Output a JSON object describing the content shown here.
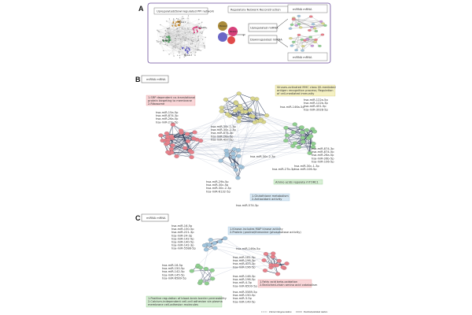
{
  "panels": {
    "A": {
      "letter": "A",
      "ppi_title": "Upregulated/Downregulated PPI network",
      "module_labels": [
        "Module 1",
        "Module 2",
        "Module 3",
        "Module 4"
      ],
      "reg_title": "Regulatory Network Reconstruction",
      "up_mirna": "Upregulated miRNA",
      "down_mirna": "Downregulated miRNA",
      "top_right": "miRNA  mRNA",
      "bottom_right": "miRNA  mRNA"
    },
    "B": {
      "letter": "B",
      "header": "miRNA   mRNA",
      "box_red": "1.SRP dependent co-translational\nprotein targeting to membrane\n2.Ribosome",
      "box_yellow": "Viruses-activated MHC class I/II-mediated\nantigen recognition process; Regulation\nof cell-mediated immunity",
      "box_blue": "1.Glutathione metabolism\n2.Antioxidant activity",
      "box_green": "Amino acids regulate mTORC1",
      "mirna_left": [
        "hsa-miR-15a-5p",
        "hsa-miR-874-3p",
        "hsa-miR-26a-5p",
        "hsa-miR-27a-5p"
      ],
      "mirna_center": [
        "hsa-miR-30c-1-3p",
        "hsa-miR-30c-2-3p",
        "hsa-miR-874-3p",
        "hsa-miR-26a-5p",
        "hsa-miR-497-5p"
      ],
      "mirna_yellow": [
        "hsa-miR-146a-5p"
      ],
      "mirna_right": [
        "hsa-miR-122a-5p",
        "hsa-miR-122b-3p",
        "hsa-miR-451-5p",
        "hsa-miR-3928-5p"
      ],
      "mirna_right_mid": [
        "hsa-miR-874-3p",
        "hsa-miR-874-5p",
        "hsa-miR-26a-5p",
        "hsa-miR-26b-5p",
        "hsa-miR-106-5p"
      ],
      "mirna_right_low": [
        "hsa-miR-30c-1-3p",
        "hsa-miR-106-5p"
      ],
      "mirna_lower": [
        "hsa-miR-29b-5p",
        "hsa-miR-30c-5p",
        "hsa-miR-30c-2-3p",
        "hsa-miR-6132-5p"
      ],
      "mirna_mid": [
        "hsa-miR-30c-2-3p"
      ],
      "mirna_278": [
        "hsa-miR-27b-3p"
      ],
      "mirna_bottom": [
        "hsa-miR-574-3p"
      ]
    },
    "C": {
      "letter": "C",
      "header": "miRNA   mRNA",
      "box_blue": "1.Kinase-includes MAP kinase activity\n2.Protein (proline/threonine (phosphatase activity)",
      "box_red": "1.Fatty acid beta-oxidation\n2.Branched-chain amino acid catabolism",
      "box_green": "1.Positive regulation of blood-brain barrier permeability\n2.Calcium-independent cell-cell adhesion via plasma\nmembrane cell-adhesion molecules",
      "mirna_top": [
        "hsa-miR-16-5p",
        "hsa-miR-150-5p",
        "hsa-miR-221-3p",
        "hsa-miR-24-3p",
        "hsa-miR-142-5p",
        "hsa-miR-140-5p",
        "hsa-miR-142-3p",
        "hsa-miR-5588-5p"
      ],
      "mirna_center": [
        "hsa-miR-146a-5p"
      ],
      "mirna_center2": [
        "hsa-miR-181-3p",
        "hsa-miR-196-3p",
        "hsa-miR-423-3p",
        "hsa-miR-196-5p"
      ],
      "mirna_left": [
        "hsa-miR-16-5p",
        "hsa-miR-150-5p",
        "hsa-miR-142-5p",
        "hsa-miR-145-5p",
        "hsa-miR-6589-5p"
      ],
      "mirna_right": [
        "hsa-miR-146-3p",
        "hsa-miR-196-5p",
        "hsa-miR-4-3p",
        "hsa-miR-6500-5p"
      ],
      "mirna_bottom": [
        "hsa-miR-5589-5p",
        "hsa-miR-150-5p",
        "hsa-miR-3-5p",
        "hsa-miR-149-5p"
      ],
      "legend": [
        "Inferred miR-gene relation",
        "Predicted/validated relation"
      ]
    }
  },
  "colors": {
    "red_node": "#e8808a",
    "yellow_node": "#d8d58a",
    "green_node": "#8fcf8f",
    "blue_node": "#9fc3dc",
    "edge": "#283654",
    "red_box": "#f9d6d8",
    "yellow_box": "#f4f0c2",
    "blue_box": "#d8e8f3",
    "green_box": "#d8efd5"
  }
}
